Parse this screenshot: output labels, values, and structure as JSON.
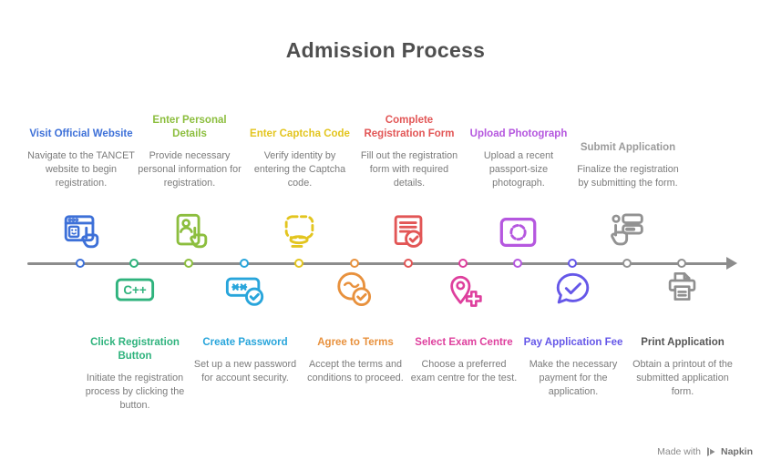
{
  "title": "Admission Process",
  "colors": {
    "title": "#4f4f4f",
    "line": "#8c8c8c",
    "description": "#7b7b7b"
  },
  "footer": {
    "made_with": "Made with",
    "brand": "Napkin"
  },
  "steps": [
    {
      "label": "Visit Official Website",
      "description": "Navigate to the TANCET website to begin registration.",
      "color": "#3d70d8",
      "title_color": "#3d70d8",
      "icon": "browser-click-icon",
      "position": "top"
    },
    {
      "label": "Click Registration Button",
      "description": "Initiate the registration process by clicking the button.",
      "color": "#2fb37d",
      "title_color": "#2fb37d",
      "icon": "registration-button-icon",
      "icon_text": "C++",
      "position": "bottom"
    },
    {
      "label": "Enter Personal Details",
      "description": "Provide necessary personal information for registration.",
      "color": "#8cbe3e",
      "title_color": "#8cbe3e",
      "icon": "personal-details-form-icon",
      "position": "top"
    },
    {
      "label": "Create Password",
      "description": "Set up a new password for account security.",
      "color": "#28a5db",
      "title_color": "#28a5db",
      "icon": "password-field-icon",
      "position": "bottom"
    },
    {
      "label": "Enter Captcha Code",
      "description": "Verify identity by entering the Captcha code.",
      "color": "#e3c51f",
      "title_color": "#e3c51f",
      "icon": "captcha-box-icon",
      "position": "top"
    },
    {
      "label": "Agree to Terms",
      "description": "Accept the terms and conditions to proceed.",
      "color": "#e8913d",
      "title_color": "#e8913d",
      "icon": "terms-agreement-icon",
      "position": "bottom"
    },
    {
      "label": "Complete Registration Form",
      "description": "Fill out the registration form with required details.",
      "color": "#e25656",
      "title_color": "#e25656",
      "icon": "registration-form-check-icon",
      "position": "top"
    },
    {
      "label": "Select Exam Centre",
      "description": "Choose a preferred exam centre for the test.",
      "color": "#de3f9d",
      "title_color": "#de3f9d",
      "icon": "exam-centre-pin-icon",
      "position": "bottom"
    },
    {
      "label": "Upload Photograph",
      "description": "Upload a recent passport-size photograph.",
      "color": "#b557df",
      "title_color": "#b557df",
      "icon": "camera-icon",
      "position": "top"
    },
    {
      "label": "Pay Application Fee",
      "description": "Make the necessary payment for the application.",
      "color": "#6557e8",
      "title_color": "#6557e8",
      "icon": "payment-confirmation-icon",
      "position": "bottom"
    },
    {
      "label": "Submit Application",
      "description": "Finalize the registration by submitting the form.",
      "color": "#929292",
      "title_color": "#9b9b9b",
      "icon": "submit-application-icon",
      "position": "top"
    },
    {
      "label": "Print Application",
      "description": "Obtain a printout of the submitted application form.",
      "color": "#8f8f8f",
      "title_color": "#565656",
      "icon": "printer-icon",
      "position": "bottom"
    }
  ]
}
